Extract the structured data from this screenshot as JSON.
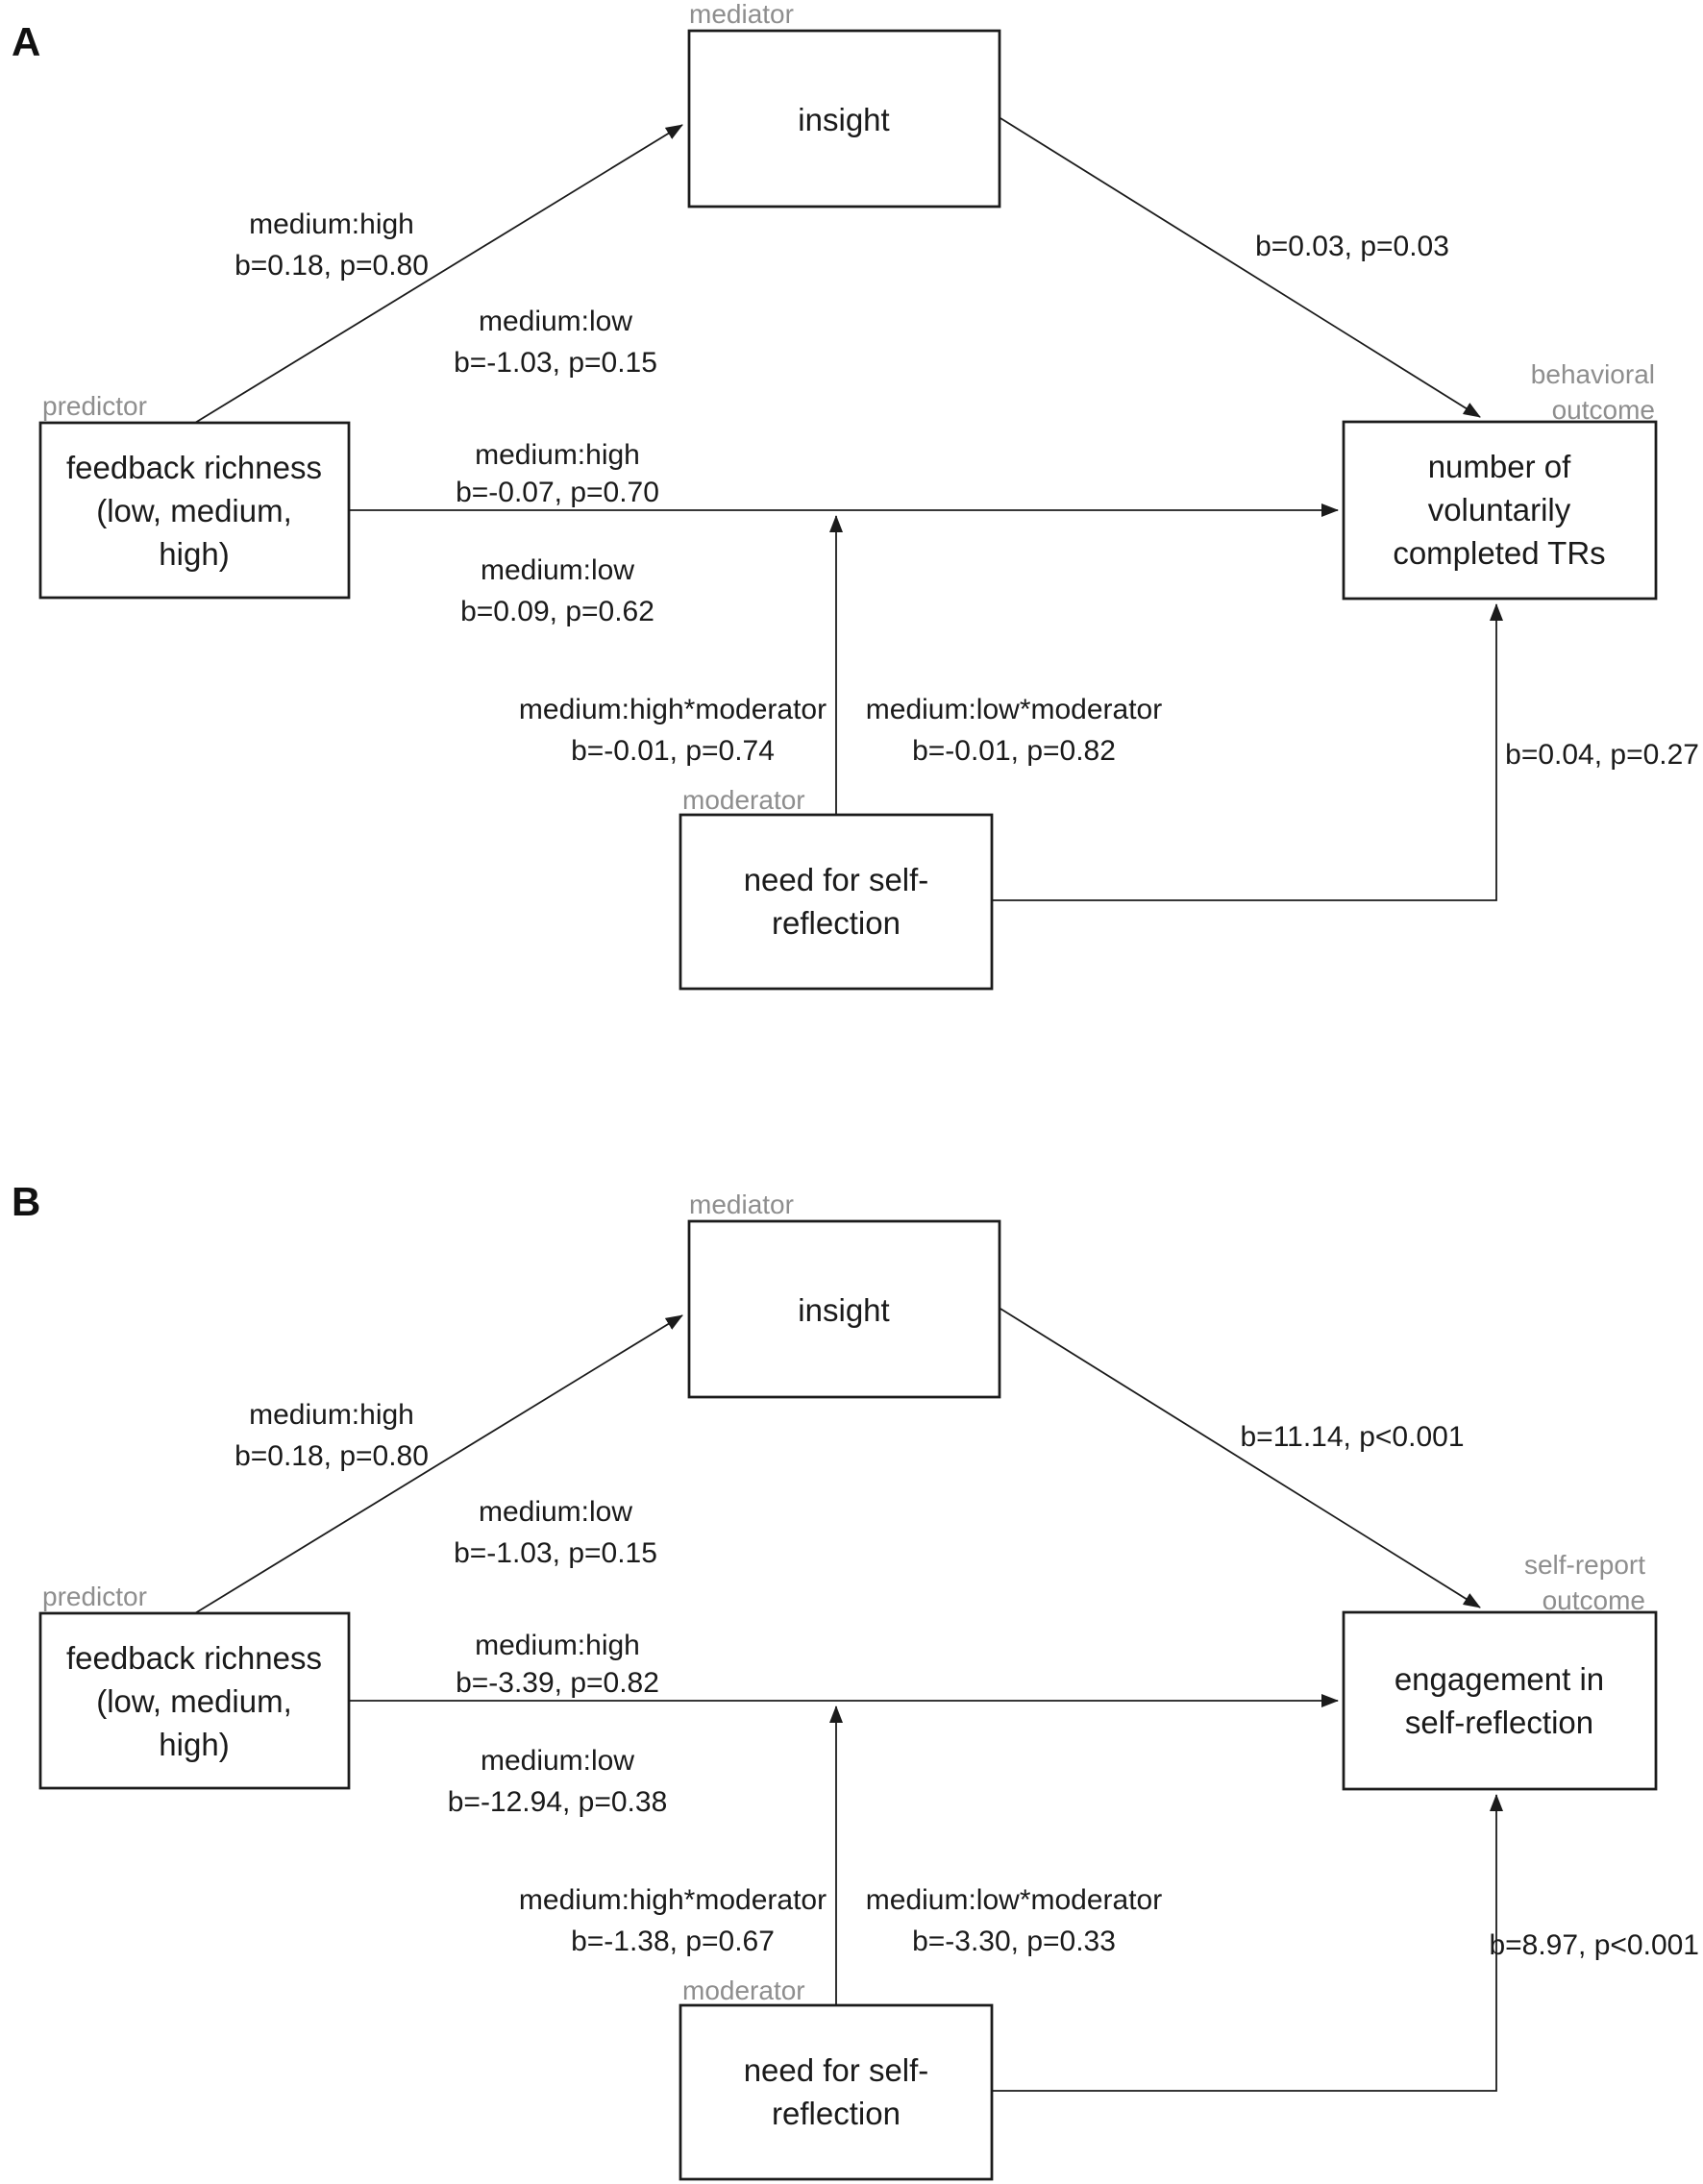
{
  "figure": {
    "type": "moderated-mediation path diagrams",
    "colors": {
      "line": "#1b1b1b",
      "text": "#1a1a1a",
      "role_label": "#8e8e8e",
      "background": "#ffffff"
    }
  },
  "panels": [
    {
      "letter": "A",
      "roles": {
        "mediator": "mediator",
        "predictor": "predictor",
        "outcome_line1": "behavioral",
        "outcome_line2": "outcome",
        "moderator": "moderator"
      },
      "boxes": {
        "mediator": [
          "insight"
        ],
        "predictor": [
          "feedback richness",
          "(low, medium,",
          "high)"
        ],
        "outcome": [
          "number of",
          "voluntarily",
          "completed TRs"
        ],
        "moderator": [
          "need for self-",
          "reflection"
        ]
      },
      "edge_labels": {
        "pred_med_high": [
          "medium:high",
          "b=0.18, p=0.80"
        ],
        "pred_med_low": [
          "medium:low",
          "b=-1.03, p=0.15"
        ],
        "med_out": "b=0.03, p=0.03",
        "direct_high": [
          "medium:high",
          "b=-0.07, p=0.70"
        ],
        "direct_low": [
          "medium:low",
          "b=0.09, p=0.62"
        ],
        "interaction_high": [
          "medium:high*moderator",
          "b=-0.01, p=0.74"
        ],
        "interaction_low": [
          "medium:low*moderator",
          "b=-0.01, p=0.82"
        ],
        "mod_direct": "b=0.04, p=0.27"
      }
    },
    {
      "letter": "B",
      "roles": {
        "mediator": "mediator",
        "predictor": "predictor",
        "outcome_line1": "self-report",
        "outcome_line2": "outcome",
        "moderator": "moderator"
      },
      "boxes": {
        "mediator": [
          "insight"
        ],
        "predictor": [
          "feedback richness",
          "(low, medium,",
          "high)"
        ],
        "outcome": [
          "engagement in",
          "self-reflection"
        ],
        "moderator": [
          "need for self-",
          "reflection"
        ]
      },
      "edge_labels": {
        "pred_med_high": [
          "medium:high",
          "b=0.18, p=0.80"
        ],
        "pred_med_low": [
          "medium:low",
          "b=-1.03, p=0.15"
        ],
        "med_out": "b=11.14, p<0.001",
        "direct_high": [
          "medium:high",
          "b=-3.39, p=0.82"
        ],
        "direct_low": [
          "medium:low",
          "b=-12.94, p=0.38"
        ],
        "interaction_high": [
          "medium:high*moderator",
          "b=-1.38, p=0.67"
        ],
        "interaction_low": [
          "medium:low*moderator",
          "b=-3.30, p=0.33"
        ],
        "mod_direct": "b=8.97, p<0.001"
      }
    }
  ]
}
